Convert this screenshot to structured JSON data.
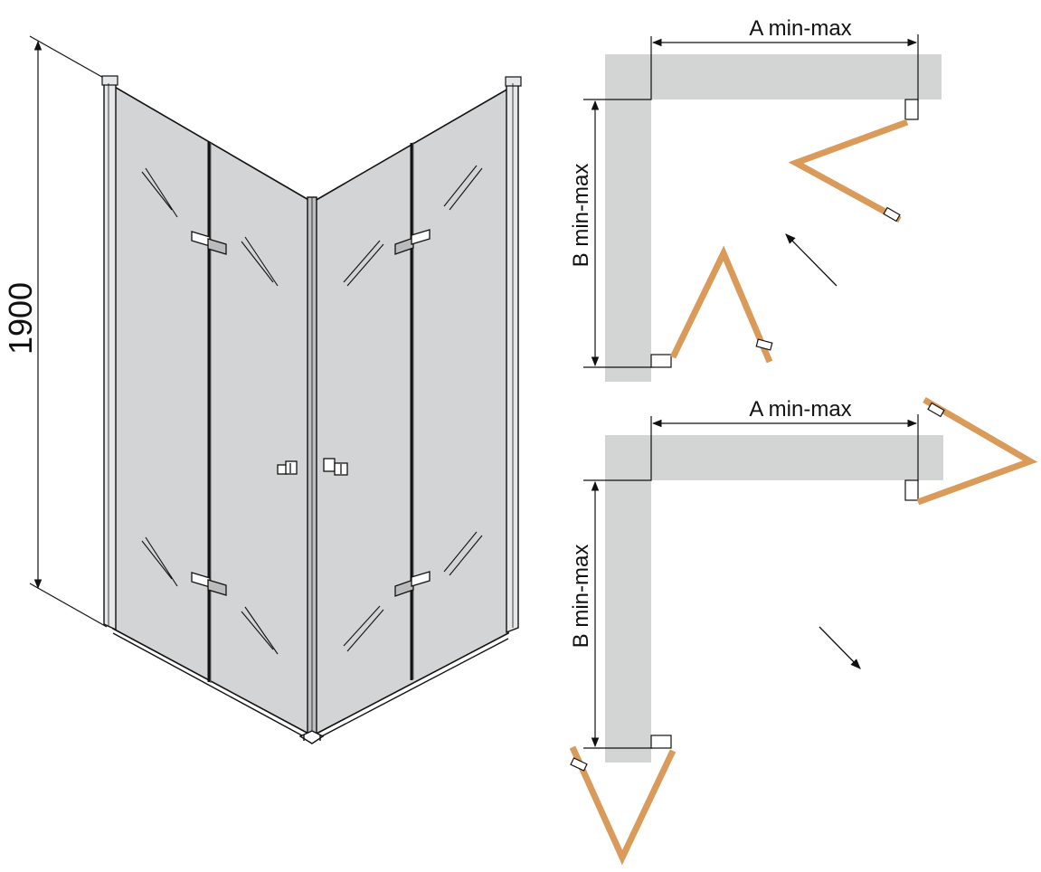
{
  "height_dimension": "1900",
  "plan_top": {
    "width_label": "A min-max",
    "depth_label": "B min-max"
  },
  "plan_bottom": {
    "width_label": "A min-max",
    "depth_label": "B min-max"
  },
  "colors": {
    "wall": "#d3d4d4",
    "door_leaf": "#d99a5a",
    "glass": "#d3d4d5",
    "line": "#111111"
  }
}
